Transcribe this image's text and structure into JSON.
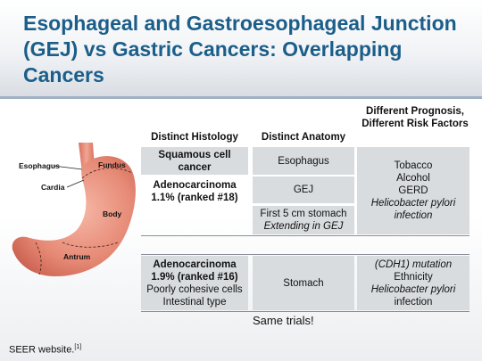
{
  "title": "Esophageal and Gastroesophageal Junction (GEJ) vs Gastric Cancers: Overlapping Cancers",
  "headers": {
    "histology": "Distinct Histology",
    "anatomy": "Distinct Anatomy",
    "risk": "Different Prognosis, Different Risk Factors"
  },
  "diagram_labels": {
    "esophagus": "Esophagus",
    "fundus": "Fundus",
    "cardia": "Cardia",
    "body": "Body",
    "antrum": "Antrum"
  },
  "rows": {
    "squamous": {
      "histology": "Squamous cell cancer",
      "anatomy": "Esophagus"
    },
    "adeno_gej": {
      "histology_line1": "Adenocarcinoma",
      "histology_line2": "1.1% (ranked #18)",
      "anatomy_gej": "GEJ",
      "anatomy_first5": "First 5 cm stomach",
      "anatomy_extending": "Extending in GEJ"
    },
    "risk_upper": {
      "line1": "Tobacco",
      "line2": "Alcohol",
      "line3": "GERD",
      "line4": "Helicobacter pylori",
      "line5": "infection"
    },
    "gastric": {
      "histology_line1": "Adenocarcinoma",
      "histology_line2": "1.9% (ranked #16)",
      "histology_line3": "Poorly cohesive cells",
      "histology_line4": "Intestinal type",
      "anatomy": "Stomach",
      "risk_line1": "(CDH1) mutation",
      "risk_line2": "Ethnicity",
      "risk_line3": "Helicobacter pylori",
      "risk_line4": "infection"
    }
  },
  "note": "Same trials!",
  "footer": {
    "text": "SEER website.",
    "ref": "[1]"
  },
  "colors": {
    "title": "#1b5e89",
    "shade": "#d9dcdf",
    "stomach": "#e2806f"
  }
}
